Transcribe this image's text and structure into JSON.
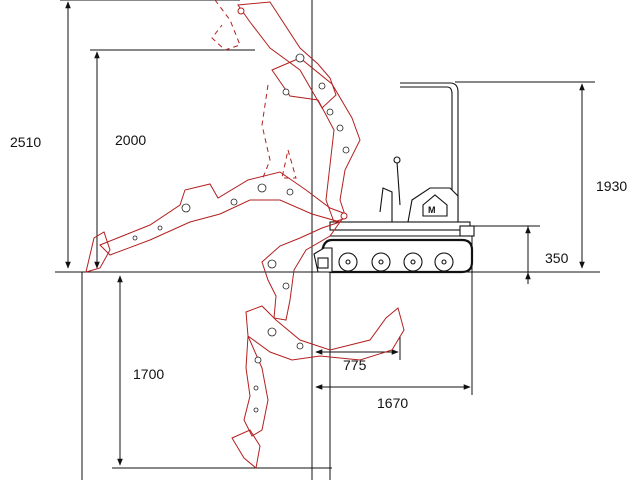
{
  "dimensions": [
    {
      "id": "max-reach-height",
      "label": "2510"
    },
    {
      "id": "max-dump-height",
      "label": "2000"
    },
    {
      "id": "machine-height",
      "label": "1930"
    },
    {
      "id": "blade-height",
      "label": "350"
    },
    {
      "id": "dig-depth",
      "label": "1700"
    },
    {
      "id": "offset-775",
      "label": "775"
    },
    {
      "id": "offset-1670",
      "label": "1670"
    }
  ],
  "colors": {
    "linework": "#111111",
    "arm_outline": "#b32020",
    "background": "#ffffff"
  }
}
